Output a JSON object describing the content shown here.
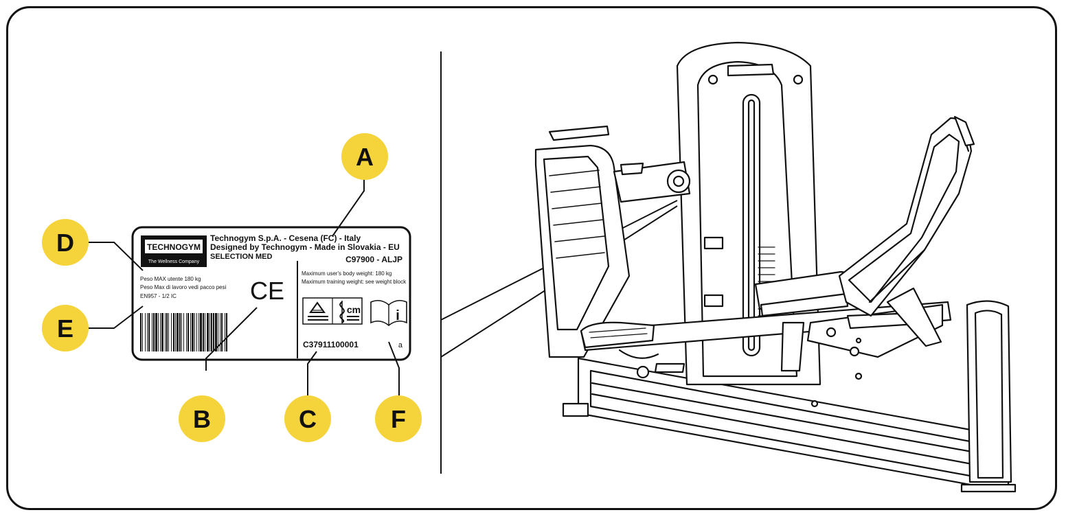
{
  "callouts": [
    {
      "id": "A",
      "text": "A"
    },
    {
      "id": "B",
      "text": "B"
    },
    {
      "id": "C",
      "text": "C"
    },
    {
      "id": "D",
      "text": "D"
    },
    {
      "id": "E",
      "text": "E"
    },
    {
      "id": "F",
      "text": "F"
    }
  ],
  "label": {
    "logo_text": "TECHNOGYM",
    "logo_tagline": "The Wellness Company",
    "company_line": "Technogym S.p.A. - Cesena (FC) - Italy",
    "designed_line": "Designed by Technogym - Made in Slovakia - EU",
    "product_name": "SELECTION MED",
    "model_code": "C97900 - ALJP",
    "max_user_it": "Peso MAX utente 180 kg",
    "max_work_it": "Peso Max di lavoro vedi pacco pesi",
    "standard": "EN957 - 1/2 IC",
    "ce_mark": "CE",
    "max_user_en": "Maximum user's body weight: 180 kg",
    "max_training_en": "Maximum training weight: see weight block",
    "serial": "C37911100001",
    "revision": "a",
    "manual_icon_letter": "i"
  },
  "colors": {
    "callout_fill": "#F5D33A",
    "ink": "#111111",
    "background": "#FFFFFF"
  },
  "icons": {
    "ce": "ce-mark-icon",
    "tuv": "tuv-certification-icon",
    "manual": "user-manual-icon"
  }
}
